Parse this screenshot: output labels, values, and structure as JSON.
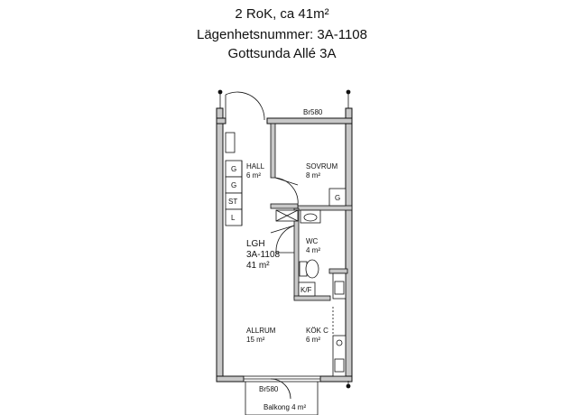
{
  "header": {
    "line1": "2 RoK, ca 41m²",
    "line2": "Lägenhetsnummer: 3A-1108",
    "line3": "Gottsunda Allé 3A"
  },
  "plan": {
    "window_top": "Br580",
    "window_bottom": "Br580",
    "rooms": {
      "hall": {
        "name": "HALL",
        "area": "6 m²"
      },
      "sovrum": {
        "name": "SOVRUM",
        "area": "8 m²"
      },
      "wc": {
        "name": "WC",
        "area": "4 m²"
      },
      "allrum": {
        "name": "ALLRUM",
        "area": "15 m²"
      },
      "kok": {
        "name": "KÖK C",
        "area": "6 m²"
      }
    },
    "apartment": {
      "label": "LGH",
      "number": "3A-1108",
      "area": "41 m²"
    },
    "closets": [
      "G",
      "G",
      "ST",
      "L"
    ],
    "sovrum_closet": "G",
    "wc_appliance": "K/F",
    "balcony": "Balkong 4 m²"
  }
}
